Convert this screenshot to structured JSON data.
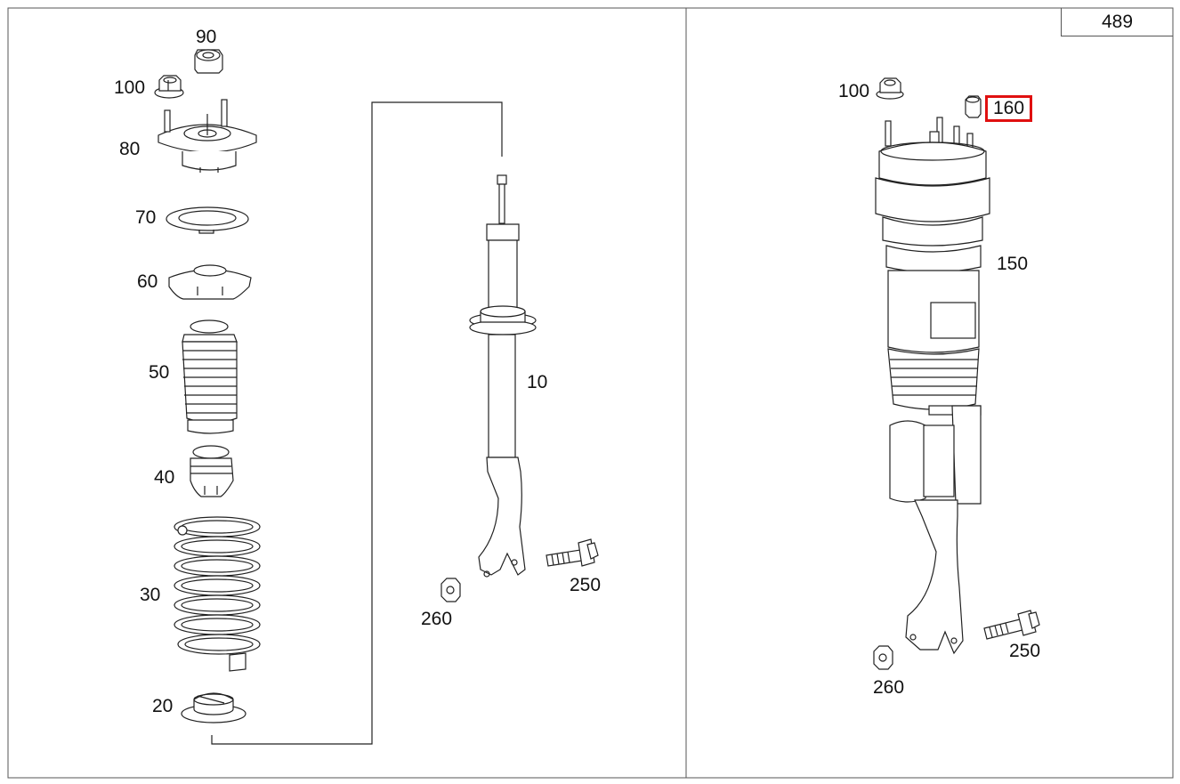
{
  "page_number": "489",
  "highlight_color": "#e01010",
  "callouts": {
    "left": {
      "p90": "90",
      "p100": "100",
      "p80": "80",
      "p70": "70",
      "p60": "60",
      "p50": "50",
      "p40": "40",
      "p30": "30",
      "p20": "20",
      "p10": "10",
      "p260": "260",
      "p250": "250"
    },
    "right": {
      "p100": "100",
      "p160": "160",
      "p150": "150",
      "p260": "260",
      "p250": "250"
    }
  },
  "highlighted_part": "160"
}
